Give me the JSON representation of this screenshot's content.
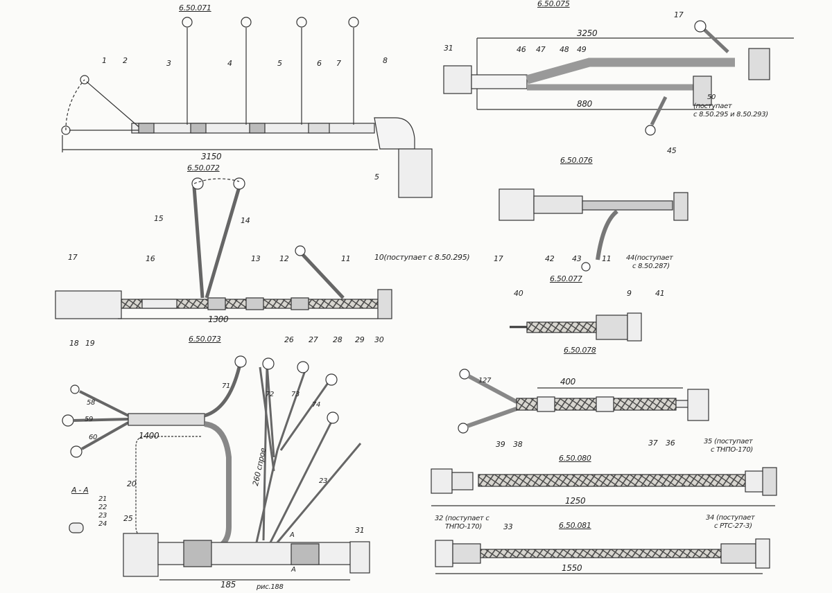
{
  "figure_caption": "рис.188",
  "a071": {
    "code": "6.50.071",
    "parts": [
      "1",
      "2",
      "3",
      "4",
      "5",
      "6",
      "7",
      "8",
      "5"
    ],
    "dim": "3150"
  },
  "a072": {
    "code": "6.50.072",
    "parts": [
      "15",
      "14",
      "17",
      "16",
      "13",
      "12",
      "11"
    ],
    "part10": "10(поступает с 8.50.295)",
    "dim": "1300"
  },
  "a073": {
    "code": "6.50.073",
    "parts": [
      "18",
      "19",
      "20",
      "26",
      "27",
      "28",
      "29",
      "30",
      "25",
      "31"
    ],
    "wire_marks": [
      "58",
      "59",
      "60",
      "71",
      "72",
      "73",
      "74",
      "23"
    ],
    "dims": [
      "1400",
      "185"
    ],
    "spare": "260 спрое",
    "section": {
      "title": "А - А",
      "items": [
        "21",
        "22",
        "23",
        "24"
      ],
      "cut_marks": [
        "А",
        "А"
      ]
    }
  },
  "a075": {
    "code": "6.50.075",
    "parts": [
      "31",
      "46",
      "47",
      "48",
      "49",
      "17",
      "45"
    ],
    "part50": [
      "50",
      "(поступает",
      "с 8.50.295 и 8.50.293)"
    ],
    "dims": [
      "3250",
      "880"
    ]
  },
  "a076": {
    "code": "6.50.076",
    "parts": [
      "17",
      "42",
      "43",
      "11"
    ],
    "part44": [
      "44(поступает",
      "с 8.50.287)"
    ]
  },
  "a077": {
    "code": "6.50.077",
    "parts": [
      "40",
      "9",
      "41"
    ]
  },
  "a078": {
    "code": "6.50.078"
  },
  "a079": {
    "parts": [
      "39",
      "38",
      "37",
      "36"
    ],
    "wire_mark": "127",
    "dim": "400",
    "part35": [
      "35 (поступает",
      "с ТНПО-170)"
    ]
  },
  "a080": {
    "code": "6.50.080",
    "dim": "1250"
  },
  "a081": {
    "code": "6.50.081",
    "parts": [
      "33"
    ],
    "part32": [
      "32 (поступает с",
      "ТНПО-170)"
    ],
    "part34": [
      "34 (поступает",
      "с РТС-27-3)"
    ],
    "dim": "1550"
  }
}
